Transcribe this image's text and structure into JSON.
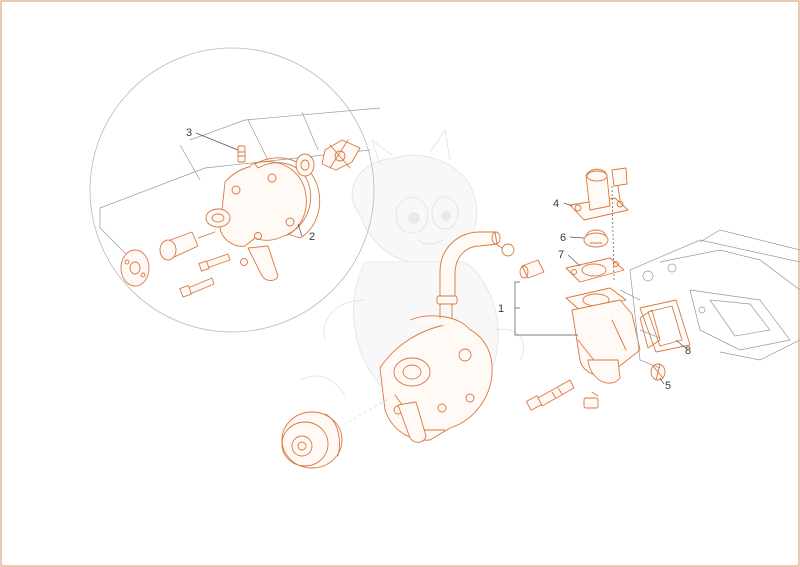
{
  "colors": {
    "part_stroke": "#d9773e",
    "leader": "#555555",
    "frame": "#e3a57f"
  },
  "callouts": [
    {
      "id": "1",
      "label": "1"
    },
    {
      "id": "2",
      "label": "2"
    },
    {
      "id": "3",
      "label": "3"
    },
    {
      "id": "4",
      "label": "4"
    },
    {
      "id": "5",
      "label": "5"
    },
    {
      "id": "6",
      "label": "6"
    },
    {
      "id": "7",
      "label": "7"
    },
    {
      "id": "8",
      "label": "8"
    }
  ],
  "parts": {
    "callout_1": "water-pump-body-assembly",
    "callout_2": "pump-gasket",
    "callout_3": "pump-shaft",
    "callout_4": "thermostat-housing",
    "callout_5": "drain-plug",
    "callout_6": "thermostat",
    "callout_7": "thermostat-gasket",
    "callout_8": "housing-gasket"
  },
  "icons": [
    "mascot-watermark",
    "detail-circle"
  ]
}
